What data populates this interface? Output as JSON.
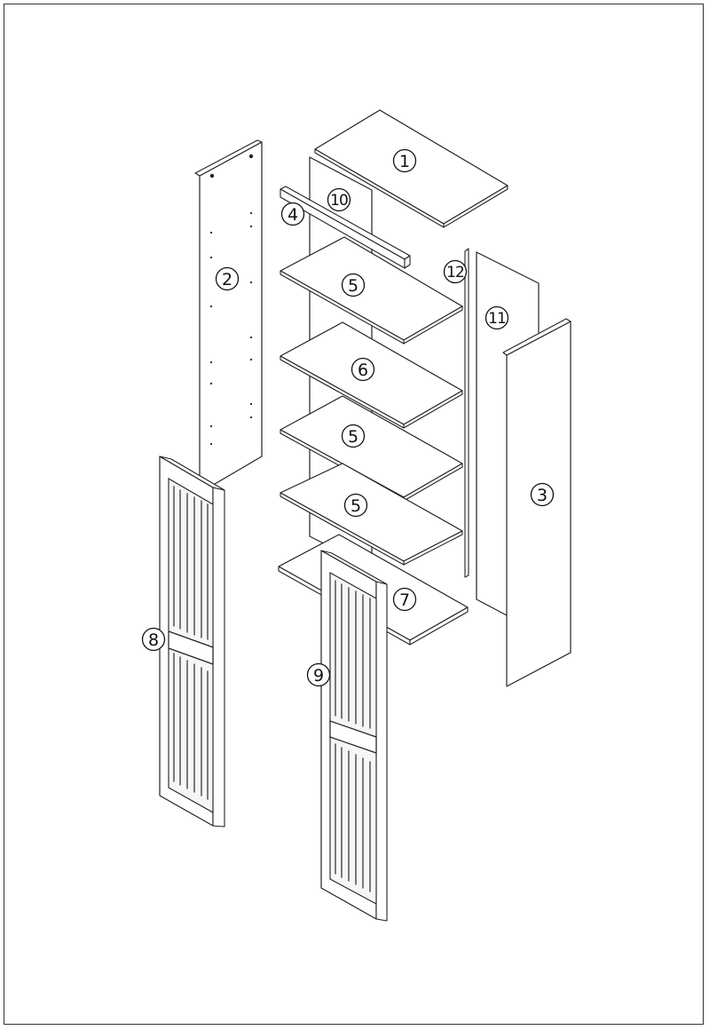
{
  "parts": [
    {
      "id": "part-1",
      "label": "1"
    },
    {
      "id": "part-2",
      "label": "2"
    },
    {
      "id": "part-3",
      "label": "3"
    },
    {
      "id": "part-4",
      "label": "4"
    },
    {
      "id": "part-5a",
      "label": "5"
    },
    {
      "id": "part-6",
      "label": "6"
    },
    {
      "id": "part-5b",
      "label": "5"
    },
    {
      "id": "part-5c",
      "label": "5"
    },
    {
      "id": "part-7",
      "label": "7"
    },
    {
      "id": "part-8",
      "label": "8"
    },
    {
      "id": "part-9",
      "label": "9"
    },
    {
      "id": "part-10",
      "label": "10"
    },
    {
      "id": "part-11",
      "label": "11"
    },
    {
      "id": "part-12",
      "label": "12"
    }
  ]
}
